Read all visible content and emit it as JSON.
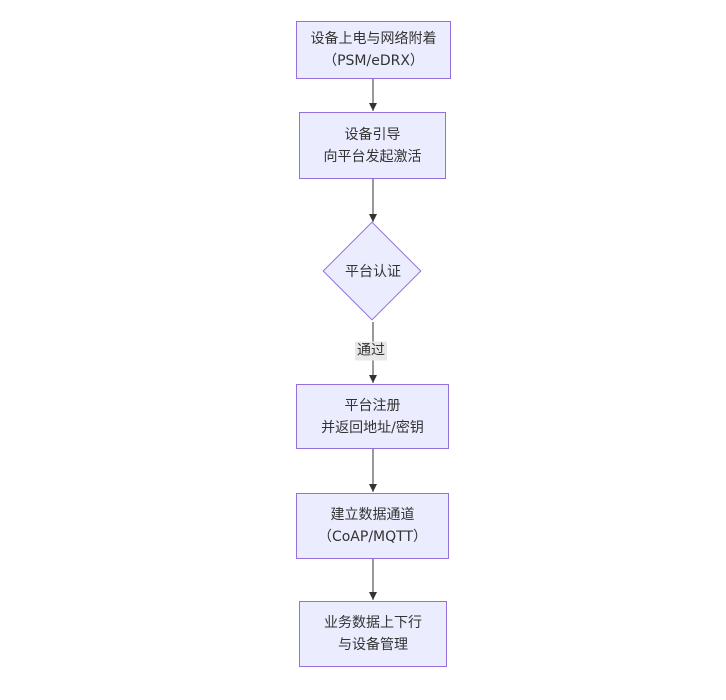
{
  "diagram": {
    "type": "flowchart",
    "direction": "top-down",
    "colors": {
      "background": "#ffffff",
      "node_fill": "#ECECFF",
      "node_border": "#9370DB",
      "text": "#333333",
      "edge": "#333333",
      "edge_label_background": "#e8e8e8"
    },
    "nodes": [
      {
        "id": "power",
        "shape": "rect",
        "label": "设备上电与网络附着\n（PSM/eDRX）"
      },
      {
        "id": "boot",
        "shape": "rect",
        "label": "设备引导\n向平台发起激活"
      },
      {
        "id": "auth",
        "shape": "diamond",
        "label": "平台认证"
      },
      {
        "id": "register",
        "shape": "rect",
        "label": "平台注册\n并返回地址/密钥"
      },
      {
        "id": "channel",
        "shape": "rect",
        "label": "建立数据通道\n（CoAP/MQTT）"
      },
      {
        "id": "business",
        "shape": "rect",
        "label": "业务数据上下行\n与设备管理"
      }
    ],
    "edges": [
      {
        "from": "power",
        "to": "boot",
        "label": ""
      },
      {
        "from": "boot",
        "to": "auth",
        "label": ""
      },
      {
        "from": "auth",
        "to": "register",
        "label": "通过"
      },
      {
        "from": "register",
        "to": "channel",
        "label": ""
      },
      {
        "from": "channel",
        "to": "business",
        "label": ""
      }
    ]
  }
}
